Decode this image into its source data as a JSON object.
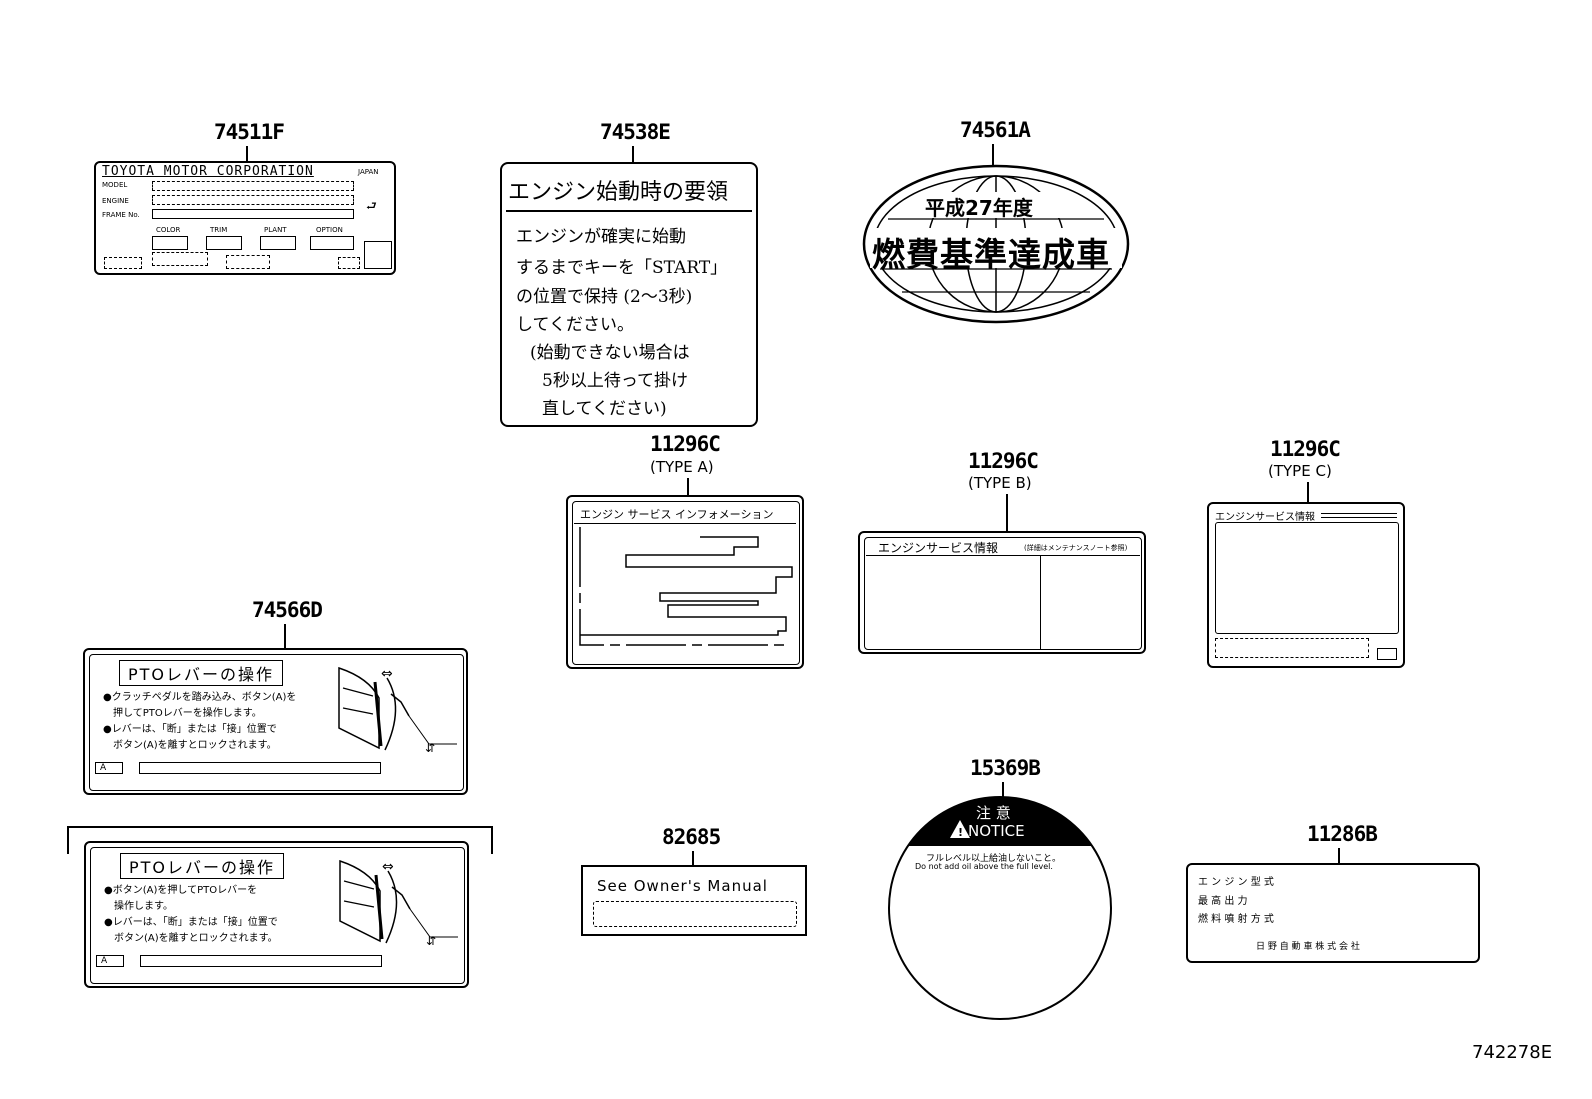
{
  "diagram_code": "742278E",
  "parts": {
    "p74511F": {
      "number": "74511F",
      "company": "TOYOTA MOTOR CORPORATION",
      "country": "JAPAN",
      "rows": [
        "MODEL",
        "ENGINE",
        "FRAME No."
      ],
      "columns": [
        "COLOR",
        "TRIM",
        "PLANT",
        "OPTION"
      ]
    },
    "p74538E": {
      "number": "74538E",
      "title": "エンジン始動時の要領",
      "lines": [
        "エンジンが確実に始動",
        "するまでキーを「START」",
        "の位置で保持 (2〜3秒)",
        "してください。",
        "(始動できない場合は",
        "5秒以上待って掛け",
        "直してください)"
      ]
    },
    "p74561A": {
      "number": "74561A",
      "line1": "平成27年度",
      "line2": "燃費基準達成車"
    },
    "p11296C_A": {
      "number": "11296C",
      "type": "(TYPE A)",
      "header": "エンジン サービス インフォメーション"
    },
    "p11296C_B": {
      "number": "11296C",
      "type": "(TYPE B)",
      "header": "エンジンサービス情報",
      "header_note": "(詳細はメンテナンスノート参照)"
    },
    "p11296C_C": {
      "number": "11296C",
      "type": "(TYPE C)",
      "header": "エンジンサービス情報"
    },
    "p74566D": {
      "number": "74566D",
      "label1": {
        "title": "PTOレバーの操作",
        "lines": [
          "●クラッチペダルを踏み込み、ボタン(A)を",
          "押してPTOレバーを操作します。",
          "●レバーは、「断」または「接」位置で",
          "ボタン(A)を離すとロックされます。"
        ],
        "mark": "A"
      },
      "label2": {
        "title": "PTOレバーの操作",
        "lines": [
          "●ボタン(A)を押してPTOレバーを",
          "操作します。",
          "●レバーは、「断」または「接」位置で",
          "ボタン(A)を離すとロックされます。"
        ],
        "mark": "A"
      }
    },
    "p82685": {
      "number": "82685",
      "text": "See Owner's Manual"
    },
    "p15369B": {
      "number": "15369B",
      "header_jp": "注 意",
      "header_en": "NOTICE",
      "line_jp": "フルレベル以上給油しないこと。",
      "line_en": "Do not add oil above the full level."
    },
    "p11286B": {
      "number": "11286B",
      "lines": [
        "エ ン ジ ン 型 式",
        "最   高   出   力",
        "燃 料 噴 射 方 式"
      ],
      "maker": "日 野 自 動 車 株 式 会 社"
    }
  }
}
